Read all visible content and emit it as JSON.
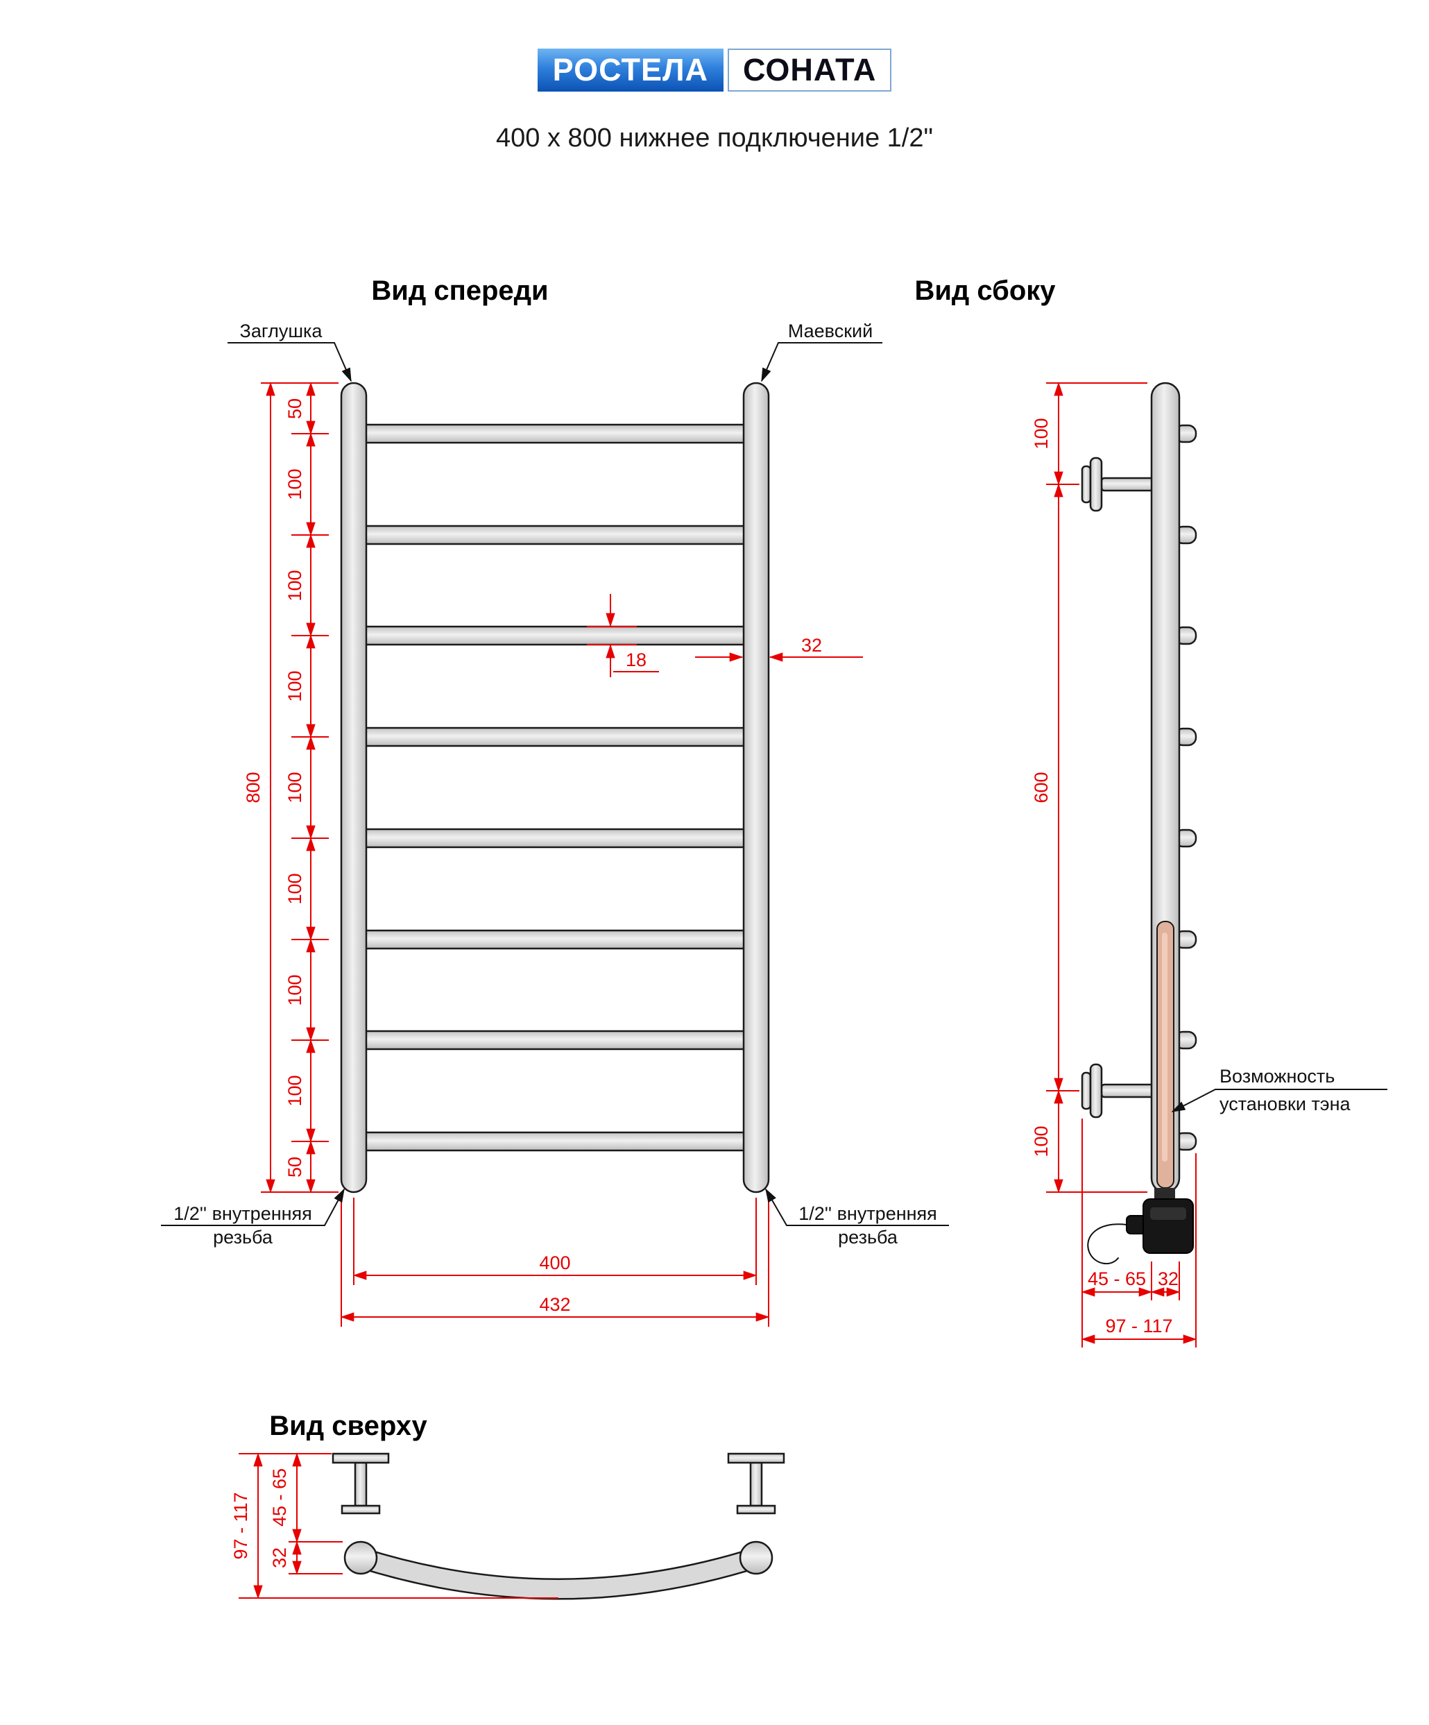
{
  "header": {
    "brand": "РОСТЕЛА",
    "model": "СОНАТА",
    "subtitle": "400 х 800 нижнее подключение 1/2\""
  },
  "views": {
    "front": "Вид спереди",
    "side": "Вид сбоку",
    "top": "Вид сверху"
  },
  "front": {
    "label_plug": "Заглушка",
    "label_valve": "Маевский",
    "thread_line1": "1/2'' внутренняя",
    "thread_line2": "резьба",
    "dim_total_height": "800",
    "segments": [
      "50",
      "100",
      "100",
      "100",
      "100",
      "100",
      "100",
      "100",
      "50"
    ],
    "dim_rung": "18",
    "dim_tube": "32",
    "dim_width_centers": "400",
    "dim_width_total": "432"
  },
  "side": {
    "dim_top": "100",
    "dim_mid": "600",
    "dim_bottom": "100",
    "ten_line1": "Возможность",
    "ten_line2": "установки тэна",
    "dim_depth_bracket": "45 - 65",
    "dim_tube": "32",
    "dim_depth_total": "97 - 117"
  },
  "top": {
    "dim_depth_total": "97 - 117",
    "dim_depth_bracket": "45 - 65",
    "dim_tube": "32"
  },
  "colors": {
    "dimension": "#e60000",
    "outline": "#1a1a1a",
    "steel": "#d9d9d9",
    "ten_element": "#e0b29c",
    "brand_blue": "#1668c8"
  }
}
